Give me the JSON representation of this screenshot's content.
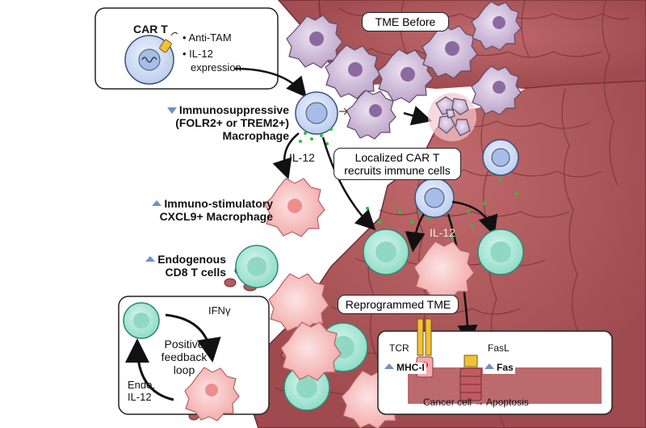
{
  "car_t_box": {
    "title": "CAR T",
    "bullets": [
      "Anti-TAM",
      "IL-12",
      "expression"
    ]
  },
  "tme_before_label": "TME Before",
  "immunosuppressive": {
    "line1": "Immunosuppressive",
    "line2": "(FOLR2+ or TREM2+)",
    "line3": "Macrophage"
  },
  "il12_left": "IL-12",
  "localized_label": {
    "line1": "Localized CAR T",
    "line2": "recruits immune cells"
  },
  "immunostimulatory": {
    "line1": "Immuno-stimulatory",
    "line2": "CXCL9+ Macrophage"
  },
  "il12_center": "IL-12",
  "endogenous": {
    "line1": "Endogenous",
    "line2": "CD8 T cells"
  },
  "feedback_box": {
    "ifn": "IFNγ",
    "line1": "Positive",
    "line2": "feedback",
    "line3": "loop",
    "endo1": "Endo.",
    "endo2": "IL-12"
  },
  "reprogrammed_label": "Reprogrammed TME",
  "inset": {
    "tcr": "TCR",
    "fasl": "FasL",
    "mhc": "MHC-I",
    "fas": "Fas",
    "cancer": "Cancer cell",
    "apoptosis": "Apoptosis"
  },
  "colors": {
    "tumor": "#b5575a",
    "tumor_dark": "#7a3337",
    "macrophage_purple": "#c9b3d3",
    "car_t_blue": "#c9d8f3",
    "cd8_teal": "#a3e5d4",
    "m1_pink": "#f4b5b5",
    "il12_dots": "#2fbf3a",
    "accent_arrow": "#6f8fc7"
  }
}
